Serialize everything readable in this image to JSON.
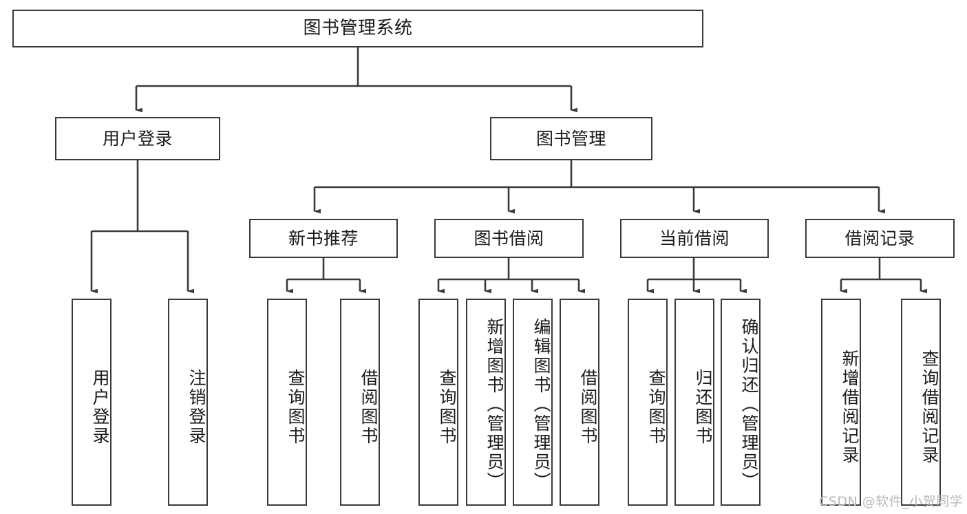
{
  "diagram": {
    "title": "图书管理系统",
    "type": "tree-hierarchy-diagram",
    "watermark": "CSDN @软件_小贺同学",
    "colors": {
      "box_border": "#3a3a3a",
      "box_fill": "#ffffff",
      "connector": "#3a3a3a",
      "text": "#1a1a1a",
      "watermark": "#b9b9b9"
    },
    "nodes": {
      "root": {
        "label": "图书管理系统"
      },
      "level2": [
        {
          "id": "user-login",
          "label": "用户登录"
        },
        {
          "id": "book-management",
          "label": "图书管理"
        }
      ],
      "level3": [
        {
          "id": "new-book-recommend",
          "label": "新书推荐"
        },
        {
          "id": "book-borrow",
          "label": "图书借阅"
        },
        {
          "id": "current-borrow",
          "label": "当前借阅"
        },
        {
          "id": "borrow-record",
          "label": "借阅记录"
        }
      ],
      "leaves_user_login": [
        {
          "id": "leaf-user-login",
          "label": "用户登录"
        },
        {
          "id": "leaf-user-logout",
          "label": "注销登录"
        }
      ],
      "leaves_new_book_recommend": [
        {
          "id": "leaf-query-book-1",
          "label": "查询图书"
        },
        {
          "id": "leaf-borrow-book-1",
          "label": "借阅图书"
        }
      ],
      "leaves_book_borrow": [
        {
          "id": "leaf-query-book-2",
          "label": "查询图书"
        },
        {
          "id": "leaf-add-book",
          "label": "新增图书（管理员）"
        },
        {
          "id": "leaf-edit-book",
          "label": "编辑图书（管理员）"
        },
        {
          "id": "leaf-borrow-book-2",
          "label": "借阅图书"
        }
      ],
      "leaves_current_borrow": [
        {
          "id": "leaf-query-book-3",
          "label": "查询图书"
        },
        {
          "id": "leaf-return-book",
          "label": "归还图书"
        },
        {
          "id": "leaf-confirm-return",
          "label": "确认归还（管理员）"
        }
      ],
      "leaves_borrow_record": [
        {
          "id": "leaf-add-borrow-record",
          "label": "新增借阅记录"
        },
        {
          "id": "leaf-query-borrow-record",
          "label": "查询借阅记录"
        }
      ]
    }
  }
}
